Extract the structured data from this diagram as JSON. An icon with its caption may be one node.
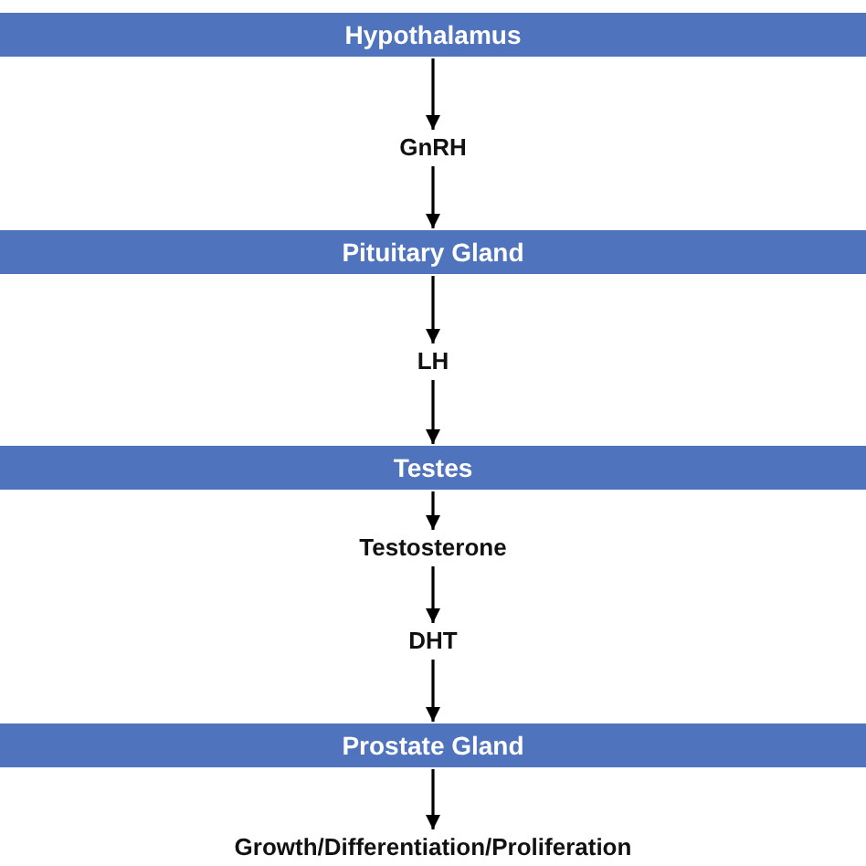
{
  "diagram": {
    "nodes": [
      {
        "text": [
          "Hypothalamus"
        ]
      },
      {
        "text": [
          "GnRH"
        ]
      },
      {
        "text": [
          "Pituitary Gland"
        ]
      },
      {
        "text": [
          "LH"
        ]
      },
      {
        "text": [
          "Testes"
        ]
      },
      {
        "text": [
          "Testosterone"
        ]
      },
      {
        "text": [
          "DHT"
        ]
      },
      {
        "text": [
          "Prostate Gland"
        ]
      },
      {
        "text": [
          "Growth/Differentiation/Proliferation"
        ]
      }
    ],
    "edges": [
      {
        "from": 0,
        "to": 1,
        "arrow": "to"
      },
      {
        "from": 1,
        "to": 2,
        "arrow": "to"
      },
      {
        "from": 2,
        "to": 3,
        "arrow": "to"
      },
      {
        "from": 3,
        "to": 4,
        "arrow": "to"
      },
      {
        "from": 4,
        "to": 5,
        "arrow": "to"
      },
      {
        "from": 5,
        "to": 6,
        "arrow": "to"
      },
      {
        "from": 6,
        "to": 7,
        "arrow": "to"
      },
      {
        "from": 7,
        "to": 8,
        "arrow": "to"
      }
    ]
  }
}
